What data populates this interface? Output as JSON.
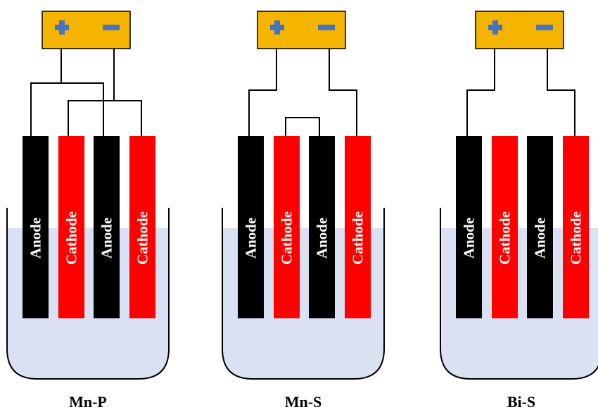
{
  "colors": {
    "anode": "#000000",
    "cathode": "#ff0000",
    "electrolyte": "#d9e1f2",
    "container_stroke": "#000000",
    "power_supply": "#f5b400",
    "terminal_symbol": "#4472c4",
    "wire": "#000000"
  },
  "power_supply": {
    "positive_icon": "plus-icon",
    "negative_icon": "minus-icon"
  },
  "cells": [
    {
      "label": "Mn-P",
      "electrodes": [
        {
          "type": "anode",
          "label": "Anode"
        },
        {
          "type": "cathode",
          "label": "Cathode"
        },
        {
          "type": "anode",
          "label": "Anode"
        },
        {
          "type": "cathode",
          "label": "Cathode"
        }
      ],
      "connection": "parallel"
    },
    {
      "label": "Mn-S",
      "electrodes": [
        {
          "type": "anode",
          "label": "Anode"
        },
        {
          "type": "cathode",
          "label": "Cathode"
        },
        {
          "type": "anode",
          "label": "Anode"
        },
        {
          "type": "cathode",
          "label": "Cathode"
        }
      ],
      "connection": "series"
    },
    {
      "label": "Bi-S",
      "electrodes": [
        {
          "type": "anode",
          "label": "Anode"
        },
        {
          "type": "cathode",
          "label": "Cathode"
        },
        {
          "type": "anode",
          "label": "Anode"
        },
        {
          "type": "cathode",
          "label": "Cathode"
        }
      ],
      "connection": "bipolar"
    }
  ]
}
